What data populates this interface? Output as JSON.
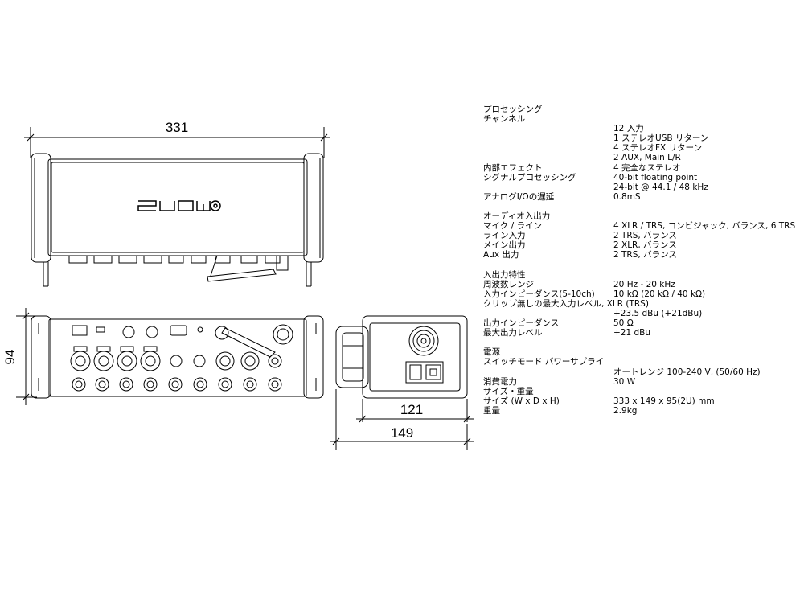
{
  "dimensions": {
    "width": "331",
    "height": "94",
    "depth_body": "121",
    "depth_total": "149"
  },
  "logo_text": "SUOW",
  "specs": [
    {
      "label": "プロセッシング",
      "value": ""
    },
    {
      "label": "チャンネル",
      "value": ""
    },
    {
      "label": "",
      "value": "12 入力"
    },
    {
      "label": "",
      "value": "1 ステレオUSB リターン"
    },
    {
      "label": "",
      "value": "4 ステレオFX リターン"
    },
    {
      "label": "",
      "value": "2 AUX, Main L/R"
    },
    {
      "label": "内部エフェクト",
      "value": "4 完全なステレオ"
    },
    {
      "label": "シグナルプロセッシング",
      "value": "40-bit floating point"
    },
    {
      "label": "",
      "value": "24-bit @ 44.1 / 48 kHz"
    },
    {
      "label": "アナログI/Oの遅延",
      "value": "0.8mS"
    },
    {
      "label": "",
      "value": ""
    },
    {
      "label": "オーディオ入出力",
      "value": ""
    },
    {
      "label": "マイク / ライン",
      "value": "4 XLR / TRS, コンビジャック, バランス, 6 TRS"
    },
    {
      "label": "ライン入力",
      "value": "2 TRS, バランス"
    },
    {
      "label": "メイン出力",
      "value": "2 XLR, バランス"
    },
    {
      "label": "Aux 出力",
      "value": "2 TRS, バランス"
    },
    {
      "label": "",
      "value": ""
    },
    {
      "label": "入出力特性",
      "value": ""
    },
    {
      "label": "周波数レンジ",
      "value": "20 Hz - 20 kHz"
    },
    {
      "label": "入力インピーダンス(5-10ch)",
      "value": "10 kΩ (20 kΩ / 40 kΩ)"
    },
    {
      "label": "クリップ無しの最大入力レベル, XLR (TRS)",
      "value": ""
    },
    {
      "label": "",
      "value": "+23.5 dBu (+21dBu)"
    },
    {
      "label": "出力インピーダンス",
      "value": "50 Ω"
    },
    {
      "label": "最大出力レベル",
      "value": "+21 dBu"
    },
    {
      "label": "",
      "value": ""
    },
    {
      "label": "電源",
      "value": ""
    },
    {
      "label": "スイッチモード パワーサプライ",
      "value": ""
    },
    {
      "label": "",
      "value": "オートレンジ 100-240 V, (50/60 Hz)"
    },
    {
      "label": "消費電力",
      "value": "30 W"
    },
    {
      "label": "サイズ・重量",
      "value": ""
    },
    {
      "label": "サイズ (W x D x H)",
      "value": "333 x 149 x 95(2U) mm"
    },
    {
      "label": "重量",
      "value": "2.9kg"
    }
  ]
}
